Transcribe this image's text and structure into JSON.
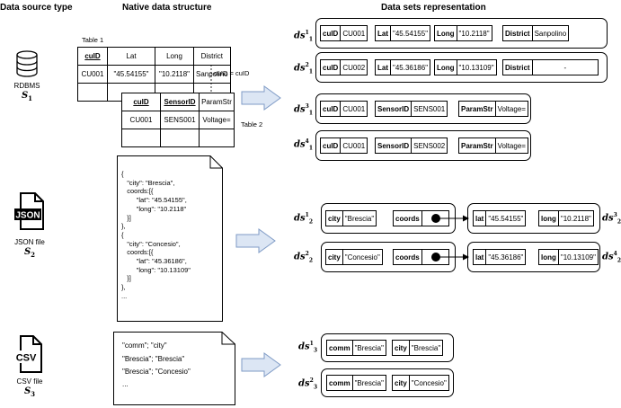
{
  "headers": {
    "source_type": "Data source type",
    "native": "Native data structure",
    "representation": "Data sets representation"
  },
  "sources": [
    {
      "label": "RDBMS",
      "symbol": "S",
      "index": "1"
    },
    {
      "label": "JSON file",
      "symbol": "S",
      "index": "2",
      "badge": "JSON"
    },
    {
      "label": "CSV file",
      "symbol": "S",
      "index": "3",
      "badge": "CSV"
    }
  ],
  "table1": {
    "caption": "Table 1",
    "headers": [
      "cuID",
      "Lat",
      "Long",
      "District"
    ],
    "rows": [
      [
        "CU001",
        "\"45.54155\"",
        "\"10.2118\"",
        "Sanpolino"
      ],
      [
        "",
        "",
        "",
        ""
      ]
    ]
  },
  "table2": {
    "caption": "Table 2",
    "headers": [
      "cuID",
      "SensorID",
      "ParamStr"
    ],
    "rows": [
      [
        "CU001",
        "SENS001",
        "Voltage="
      ],
      [
        "",
        "",
        ""
      ]
    ]
  },
  "join_label": "cuID = cuID",
  "json_text": "{\n   \"city\": \"Brescia\",\n   coords:[{\n        \"lat\": \"45.54155\",\n        \"long\": \"10.2118\"\n   }]\n},\n{\n   \"city\": \"Concesio\",\n   coords:[{\n        \"lat\": \"45.36186\",\n        \"long\": \"10.13109\"\n   }]\n},\n...",
  "csv_lines": [
    "\"comm\"; \"city\"",
    "\"Brescia\"; \"Brescia\"",
    "\"Brescia\"; \"Concesio\"",
    "..."
  ],
  "datasets": {
    "rdbms": [
      {
        "sup": "1",
        "sub": "1",
        "pairs": [
          [
            "cuID",
            "CU001"
          ],
          [
            "Lat",
            "\"45.54155\""
          ],
          [
            "Long",
            "\"10.2118\""
          ],
          [
            "District",
            "Sanpolino"
          ]
        ]
      },
      {
        "sup": "2",
        "sub": "1",
        "pairs": [
          [
            "cuID",
            "CU002"
          ],
          [
            "Lat",
            "\"45.36186\""
          ],
          [
            "Long",
            "\"10.13109\""
          ],
          [
            "District",
            "-"
          ]
        ]
      },
      {
        "sup": "3",
        "sub": "1",
        "pairs": [
          [
            "cuID",
            "CU001"
          ],
          [
            "SensorID",
            "SENS001"
          ],
          [
            "ParamStr",
            "Voltage="
          ]
        ]
      },
      {
        "sup": "4",
        "sub": "1",
        "pairs": [
          [
            "cuID",
            "CU001"
          ],
          [
            "SensorID",
            "SENS002"
          ],
          [
            "ParamStr",
            "Voltage="
          ]
        ]
      }
    ],
    "json": [
      {
        "sup": "1",
        "sub": "2",
        "city_key": "city",
        "city_val": "\"Brescia\"",
        "coords_key": "coords",
        "nested_sup": "3",
        "nested_sub": "2",
        "nested": [
          [
            "lat",
            "\"45.54155\""
          ],
          [
            "long",
            "\"10.2118\""
          ]
        ]
      },
      {
        "sup": "2",
        "sub": "2",
        "city_key": "city",
        "city_val": "\"Concesio\"",
        "coords_key": "coords",
        "nested_sup": "4",
        "nested_sub": "2",
        "nested": [
          [
            "lat",
            "\"45.36186\""
          ],
          [
            "long",
            "\"10.13109\""
          ]
        ]
      }
    ],
    "csv": [
      {
        "sup": "1",
        "sub": "3",
        "pairs": [
          [
            "comm",
            "\"Brescia\""
          ],
          [
            "city",
            "\"Brescia\""
          ]
        ]
      },
      {
        "sup": "2",
        "sub": "3",
        "pairs": [
          [
            "comm",
            "\"Brescia\""
          ],
          [
            "city",
            "\"Concesio\""
          ]
        ]
      }
    ]
  }
}
